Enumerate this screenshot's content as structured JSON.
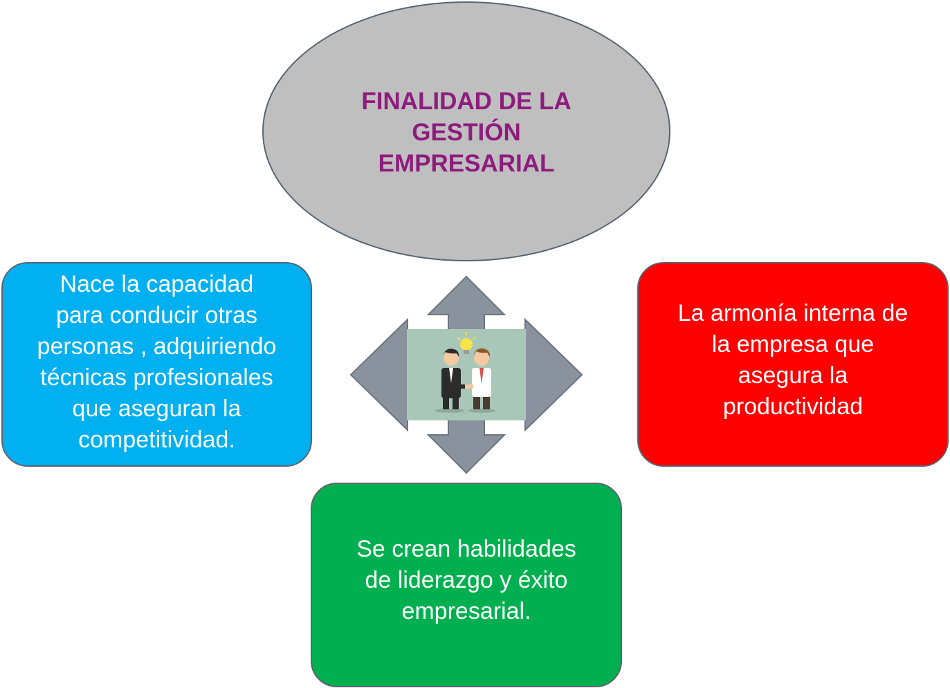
{
  "title": "FINALIDAD DE LA\nGESTIÓN\nEMPRESARIAL",
  "boxes": {
    "left": "Nace la capacidad\npara conducir otras\npersonas , adquiriendo\ntécnicas profesionales\nque aseguran la\ncompetitividad.",
    "right": "La armonía interna de\nla empresa que\nasegura la\nproductividad",
    "bottom": "Se crean habilidades\nde liderazgo y éxito\nempresarial."
  },
  "colors": {
    "title_bg": "#bfbfbf",
    "title_text": "#8e1c7e",
    "left_box": "#00b0f0",
    "right_box": "#ff0000",
    "bottom_box": "#00b050",
    "arrow": "#8a939d",
    "image_bg": "#a9c7b8"
  },
  "center_image": "two businessmen shaking hands with lightbulb idea icon"
}
